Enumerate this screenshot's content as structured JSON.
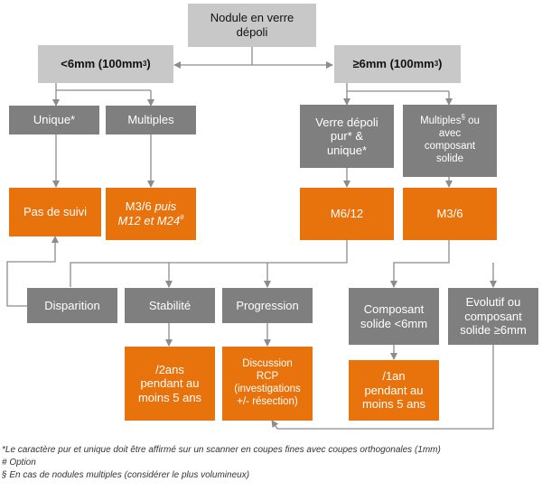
{
  "nodes": {
    "root": "Nodule en verre\ndépoli",
    "lt6": "<6mm (100mm",
    "lt6_sup": "3",
    "lt6_close": ")",
    "ge6": "≥6mm (100mm",
    "ge6_sup": "3",
    "ge6_close": ")",
    "unique": "Unique*",
    "multiples": "Multiples",
    "verre_pur": "Verre dépoli\npur* &\nunique*",
    "multiples_comp_a": "Multiples",
    "multiples_comp_sup": "§",
    "multiples_comp_b": " ou\navec\ncomposant\nsolide",
    "pas_suivi": "Pas de suivi",
    "m36_puis_a": "M3/6 ",
    "m36_puis_b": "puis",
    "m36_puis_c": "M12 et M24",
    "m36_puis_sup": "#",
    "m612": "M6/12",
    "m36": "M3/6",
    "disparition": "Disparition",
    "stabilite": "Stabilité",
    "progression": "Progression",
    "comp_lt6": "Composant\nsolide <6mm",
    "evolutif": "Evolutif ou\ncomposant\nsolide ≥6mm",
    "stab_action": "/2ans\npendant au\nmoins 5 ans",
    "prog_action": "Discussion\nRCP\n(investigations\n+/- résection)",
    "comp_action": "/1an\npendant au\nmoins 5 ans"
  },
  "footnotes": [
    "*Le caractère pur et unique doit être affirmé sur un scanner en coupes fines avec coupes orthogonales (1mm)",
    "# Option",
    "§ En cas de nodules multiples (considérer le plus volumineux)"
  ],
  "colors": {
    "light_gray": "#c8c8c8",
    "dark_gray": "#7f7f7f",
    "orange": "#e8720c",
    "line": "#8c8c8c"
  }
}
